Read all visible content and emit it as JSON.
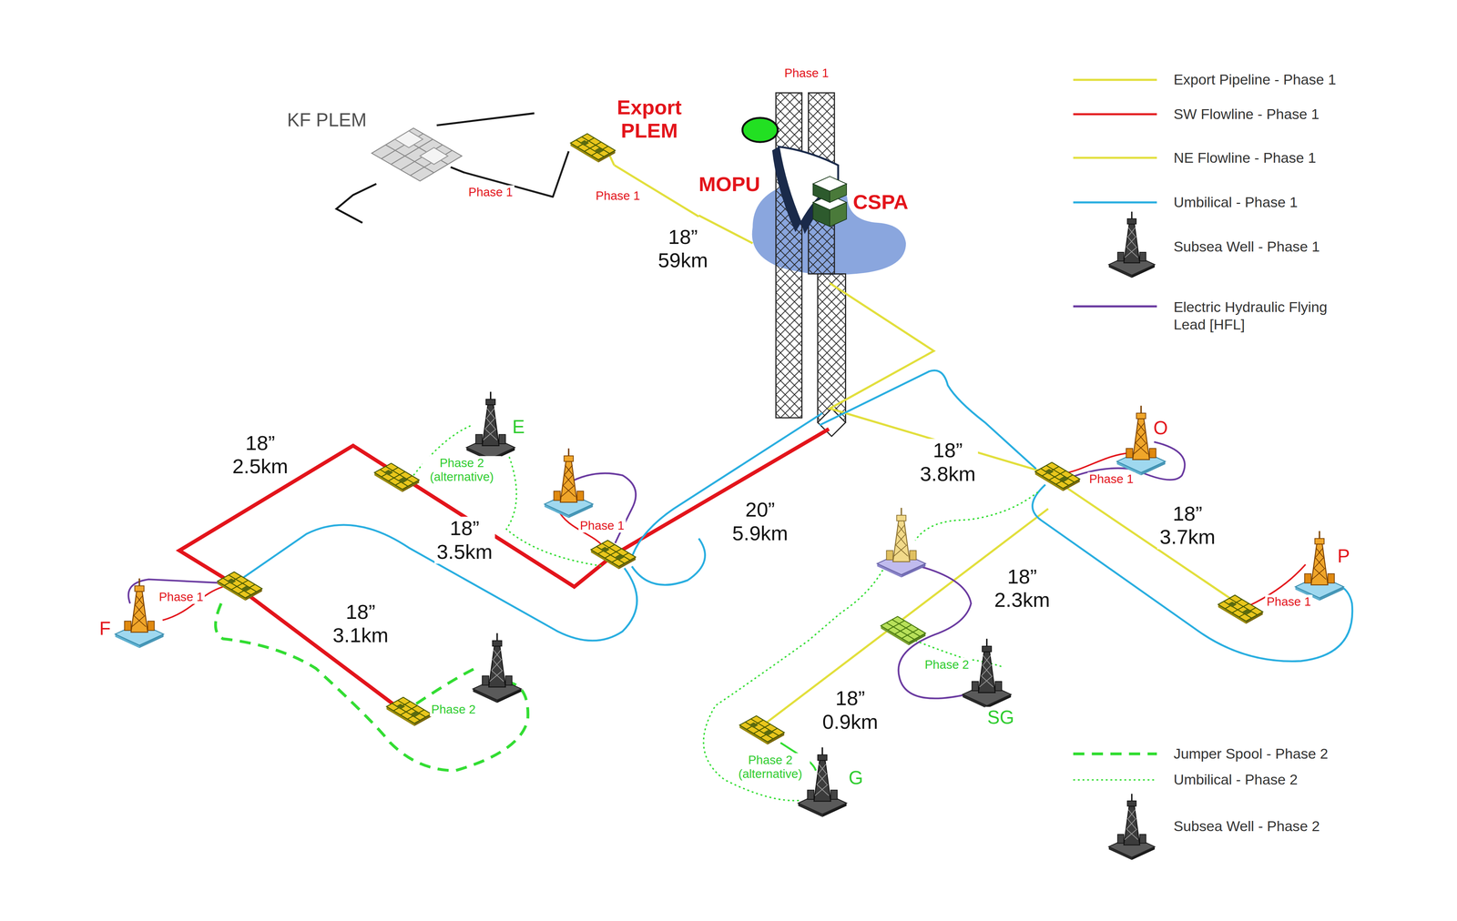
{
  "diagram": {
    "nodes": [
      {
        "text": [
          "KF PLEM"
        ]
      },
      {
        "text": [
          "Export PLEM"
        ]
      },
      {
        "text": [
          "MOPU"
        ]
      },
      {
        "text": [
          "CSPA"
        ]
      }
    ],
    "edges": [
      {
        "from": 0,
        "to": 1,
        "arrow": "none",
        "label": "Phase 1"
      },
      {
        "from": 1,
        "to": 2,
        "arrow": "none",
        "label": "18” 59km"
      }
    ],
    "labels": [
      "Phase 1",
      "Phase 1",
      "18” 2.5km",
      "Phase 2 (alternative)",
      "E",
      "Phase 1",
      "18” 3.5km",
      "20” 5.9km",
      "18” 3.8km",
      "O",
      "Phase 1",
      "18” 3.7km",
      "P",
      "Phase 1",
      "F",
      "Phase 1",
      "18” 3.1km",
      "Phase 2",
      "18” 2.3km",
      "Phase 2",
      "SG",
      "18” 0.9km",
      "Phase 2 (alternative)",
      "G"
    ],
    "legend": [
      {
        "text": "Export Pipeline - Phase 1"
      },
      {
        "text": "SW Flowline - Phase 1"
      },
      {
        "text": "NE Flowline - Phase 1"
      },
      {
        "text": "Umbilical - Phase 1"
      },
      {
        "text": "Subsea Well - Phase 1"
      },
      {
        "text": "Electric Hydraulic Flying Lead [HFL]"
      },
      {
        "text": "Jumper Spool - Phase 2"
      },
      {
        "text": "Umbilical - Phase 2"
      },
      {
        "text": "Subsea Well - Phase 2"
      }
    ]
  }
}
